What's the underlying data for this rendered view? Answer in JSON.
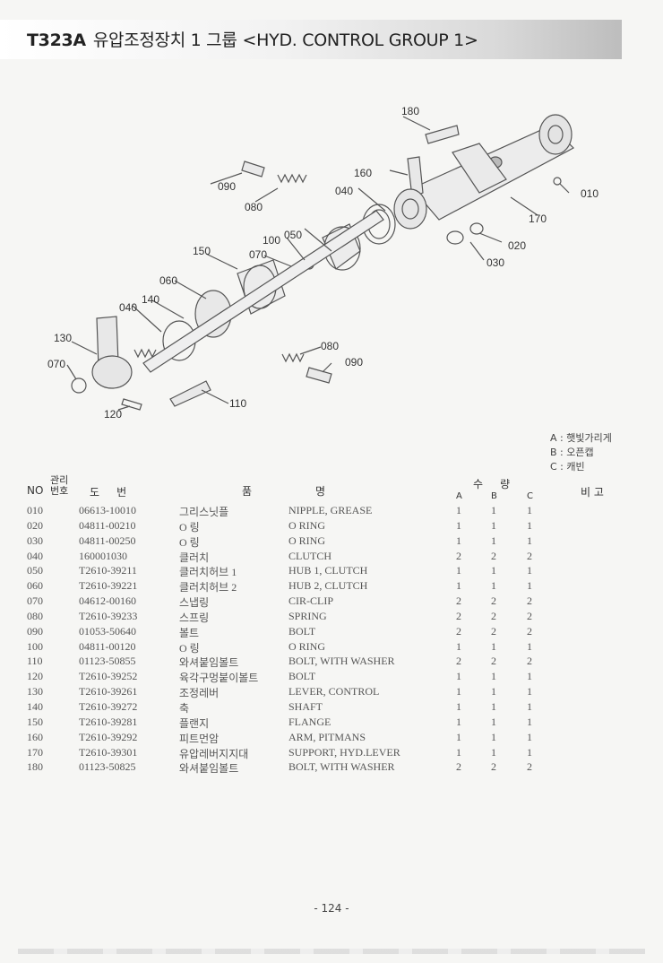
{
  "header": {
    "code": "T323A",
    "title_kr": "유압조정장치 1 그룹",
    "title_en": "<HYD. CONTROL GROUP 1>"
  },
  "diagram": {
    "callouts": [
      "180",
      "160",
      "090",
      "080",
      "040",
      "010",
      "170",
      "150",
      "100",
      "050",
      "070",
      "020",
      "030",
      "060",
      "140",
      "040",
      "130",
      "070",
      "120",
      "110",
      "080",
      "090"
    ]
  },
  "legend": {
    "items": [
      "A : 햇빛가리게",
      "B : 오픈캡",
      "C : 캐빈"
    ]
  },
  "table": {
    "headers": {
      "no": "NO",
      "mgmt": "관리\n번호",
      "drawing": "도     번",
      "name_kr": "품",
      "name": "명",
      "qty": "수     량",
      "qty_a": "A",
      "qty_b": "B",
      "qty_c": "C",
      "remarks": "비 고"
    },
    "rows": [
      {
        "no": "010",
        "part": "06613-10010",
        "kr": "그리스닛플",
        "en": "NIPPLE, GREASE",
        "a": "1",
        "b": "1",
        "c": "1"
      },
      {
        "no": "020",
        "part": "04811-00210",
        "kr": "O 링",
        "en": "O RING",
        "a": "1",
        "b": "1",
        "c": "1"
      },
      {
        "no": "030",
        "part": "04811-00250",
        "kr": "O 링",
        "en": "O RING",
        "a": "1",
        "b": "1",
        "c": "1"
      },
      {
        "no": "040",
        "part": "160001030",
        "kr": "클러치",
        "en": "CLUTCH",
        "a": "2",
        "b": "2",
        "c": "2"
      },
      {
        "no": "050",
        "part": "T2610-39211",
        "kr": "클러치허브 1",
        "en": "HUB 1, CLUTCH",
        "a": "1",
        "b": "1",
        "c": "1"
      },
      {
        "no": "060",
        "part": "T2610-39221",
        "kr": "클러치허브 2",
        "en": "HUB 2, CLUTCH",
        "a": "1",
        "b": "1",
        "c": "1"
      },
      {
        "no": "070",
        "part": "04612-00160",
        "kr": "스냅링",
        "en": "CIR-CLIP",
        "a": "2",
        "b": "2",
        "c": "2"
      },
      {
        "no": "080",
        "part": "T2610-39233",
        "kr": "스프링",
        "en": "SPRING",
        "a": "2",
        "b": "2",
        "c": "2"
      },
      {
        "no": "090",
        "part": "01053-50640",
        "kr": "볼트",
        "en": "BOLT",
        "a": "2",
        "b": "2",
        "c": "2"
      },
      {
        "no": "100",
        "part": "04811-00120",
        "kr": "O 링",
        "en": "O RING",
        "a": "1",
        "b": "1",
        "c": "1"
      },
      {
        "no": "110",
        "part": "01123-50855",
        "kr": "와셔붙임볼트",
        "en": "BOLT, WITH WASHER",
        "a": "2",
        "b": "2",
        "c": "2"
      },
      {
        "no": "120",
        "part": "T2610-39252",
        "kr": "육각구멍붙이볼트",
        "en": "BOLT",
        "a": "1",
        "b": "1",
        "c": "1"
      },
      {
        "no": "130",
        "part": "T2610-39261",
        "kr": "조정레버",
        "en": "LEVER, CONTROL",
        "a": "1",
        "b": "1",
        "c": "1"
      },
      {
        "no": "140",
        "part": "T2610-39272",
        "kr": "축",
        "en": "SHAFT",
        "a": "1",
        "b": "1",
        "c": "1"
      },
      {
        "no": "150",
        "part": "T2610-39281",
        "kr": "플랜지",
        "en": "FLANGE",
        "a": "1",
        "b": "1",
        "c": "1"
      },
      {
        "no": "160",
        "part": "T2610-39292",
        "kr": "피트먼암",
        "en": "ARM, PITMANS",
        "a": "1",
        "b": "1",
        "c": "1"
      },
      {
        "no": "170",
        "part": "T2610-39301",
        "kr": "유압레버지지대",
        "en": "SUPPORT, HYD.LEVER",
        "a": "1",
        "b": "1",
        "c": "1"
      },
      {
        "no": "180",
        "part": "01123-50825",
        "kr": "와셔붙임볼트",
        "en": "BOLT, WITH WASHER",
        "a": "2",
        "b": "2",
        "c": "2"
      }
    ]
  },
  "footer": {
    "page": "- 124 -"
  }
}
